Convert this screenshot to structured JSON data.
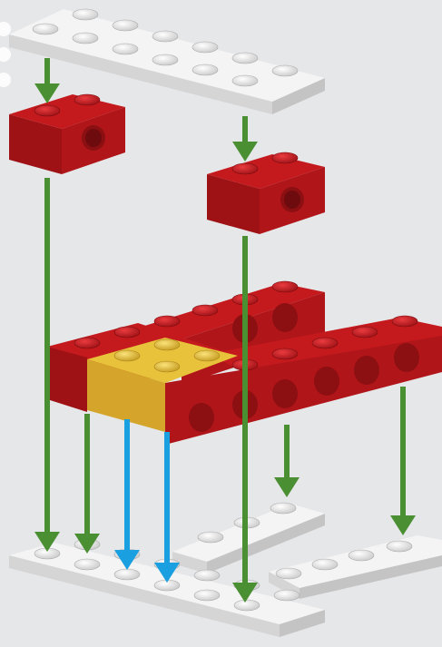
{
  "figure": {
    "kind": "exploded brick assembly diagram",
    "parts": [
      {
        "id": "top-plate",
        "color": "light-gray"
      },
      {
        "id": "brick-1x2-left",
        "color": "dark-red"
      },
      {
        "id": "brick-1x2-right",
        "color": "dark-red"
      },
      {
        "id": "technic-frame",
        "color": "dark-red"
      },
      {
        "id": "brick-2x2-yellow",
        "color": "yellow"
      },
      {
        "id": "bottom-plate-front",
        "color": "light-gray"
      },
      {
        "id": "bottom-plate-back",
        "color": "light-gray"
      }
    ],
    "arrows": [
      {
        "id": "arrow-top-to-left-brick",
        "color": "green"
      },
      {
        "id": "arrow-top-to-right-brick",
        "color": "green"
      },
      {
        "id": "arrow-left-brick-down",
        "color": "green"
      },
      {
        "id": "arrow-right-brick-down",
        "color": "green"
      },
      {
        "id": "arrow-frame-front-left",
        "color": "green"
      },
      {
        "id": "arrow-yellow-left",
        "color": "blue"
      },
      {
        "id": "arrow-yellow-right",
        "color": "blue"
      },
      {
        "id": "arrow-frame-mid",
        "color": "green"
      },
      {
        "id": "arrow-frame-right",
        "color": "green"
      }
    ]
  },
  "colors": {
    "background": "#e6e7e9",
    "plate_top": "#f4f4f4",
    "plate_side": "#c9c9c9",
    "red_top": "#c41a1e",
    "red_front": "#9e1216",
    "red_side": "#b01519",
    "yellow_top": "#e8c23a",
    "yellow_front": "#d4a52a",
    "arrow_green": "#4b8f33",
    "arrow_blue": "#1aa0e0"
  }
}
